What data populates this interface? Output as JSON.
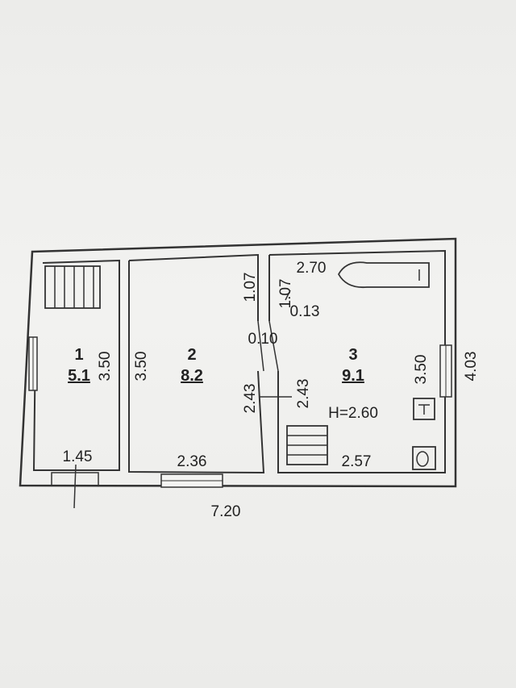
{
  "plan": {
    "rooms": [
      {
        "number": "1",
        "area": "5.1"
      },
      {
        "number": "2",
        "area": "8.2"
      },
      {
        "number": "3",
        "area": "9.1"
      }
    ],
    "dimensions": {
      "total_width": "7.20",
      "total_height": "4.03",
      "room1_width": "1.45",
      "room1_height": "3.50",
      "room2_left_height": "3.50",
      "room2_width": "2.36",
      "room2_upper_segment": "1.07",
      "room2_lower_segment": "2.43",
      "partition_thickness": "0.10",
      "room3_upper_segment": "1.07",
      "room3_lower_segment": "2.43",
      "room3_top_width": "2.70",
      "room3_small_offset": "0.13",
      "room3_bottom_width": "2.57",
      "room3_height": "3.50",
      "ceiling_height": "H=2.60"
    }
  }
}
